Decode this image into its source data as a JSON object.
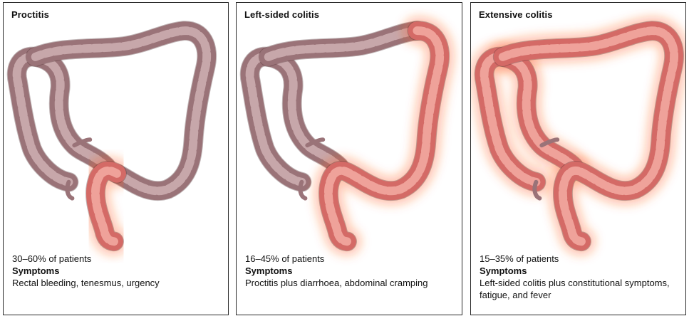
{
  "panels": [
    {
      "title": "Proctitis",
      "percent": "30–60% of patients",
      "symptoms_heading": "Symptoms",
      "symptoms_lines": [
        "Rectal bleeding, tenesmus, urgency"
      ]
    },
    {
      "title": "Left-sided colitis",
      "percent": "16–45% of patients",
      "symptoms_heading": "Symptoms",
      "symptoms_lines": [
        "Proctitis plus diarrhoea, abdominal cramping"
      ]
    },
    {
      "title": "Extensive colitis",
      "percent": "15–35% of patients",
      "symptoms_heading": "Symptoms",
      "symptoms_lines": [
        "Left-sided colitis plus constitutional symptoms,",
        "fatigue, and fever"
      ]
    }
  ],
  "colors": {
    "healthy_colon": "#9a7378",
    "healthy_colon_light": "#c7a7aa",
    "inflamed_colon": "#d46a66",
    "inflamed_colon_light": "#efa29a",
    "glow": "#ff5a1a",
    "outline": "#4a2a2e"
  }
}
